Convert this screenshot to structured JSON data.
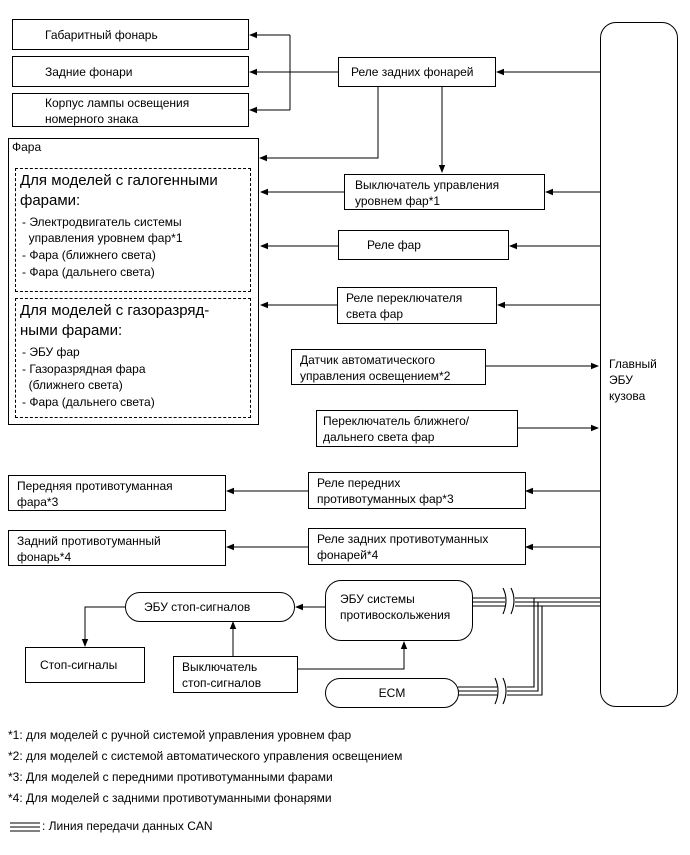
{
  "left": {
    "gabarit": "Габаритный фонарь",
    "tail": "Задние фонари",
    "plate": [
      "Корпус лампы освещения",
      "номерного знака"
    ],
    "head_title": "Фара",
    "halogen_title": [
      "Для моделей с галогенными",
      "фарами:"
    ],
    "halogen_items": [
      "- Электродвигатель системы",
      "  управления уровнем фар*1",
      "- Фара (ближнего света)",
      "- Фара (дальнего света)"
    ],
    "hid_title": [
      "Для моделей с газоразряд-",
      "ными фарами:"
    ],
    "hid_items": [
      "- ЭБУ фар",
      "- Газоразрядная фара",
      "  (ближнего света)",
      "- Фара (дальнего света)"
    ],
    "front_fog": [
      "Передняя противотуманная",
      "фара*3"
    ],
    "rear_fog": [
      "Задний противотуманный",
      "фонарь*4"
    ]
  },
  "middle": {
    "tail_relay": "Реле задних фонарей",
    "level_switch": [
      "Выключатель управления",
      "уровнем фар*1"
    ],
    "head_relay": "Реле фар",
    "dimmer_relay": [
      "Реле переключателя",
      "света фар"
    ],
    "auto_sensor": [
      "Датчик автоматического",
      "управления освещением*2"
    ],
    "dimmer_switch": [
      "Переключатель ближнего/",
      "дальнего света фар"
    ],
    "front_fog_relay": [
      "Реле передних",
      "противотуманных фар*3"
    ],
    "rear_fog_relay": [
      "Реле задних противотуманных",
      "фонарей*4"
    ]
  },
  "bottom": {
    "stop_ecu": "ЭБУ стоп-сигналов",
    "skid_ecu": [
      "ЭБУ системы",
      "противоскольжения"
    ],
    "stop_lamps": "Стоп-сигналы",
    "stop_switch": [
      "Выключатель",
      "стоп-сигналов"
    ],
    "ecm": "ECM"
  },
  "main_ecu": [
    "Главный",
    "ЭБУ",
    "кузова"
  ],
  "footnotes": [
    "*1: для моделей с ручной системой управления уровнем фар",
    "*2: для моделей с системой автоматического управления освещением",
    "*3: Для моделей с передними противотуманными фарами",
    "*4: Для моделей с задними противотуманными фонарями"
  ],
  "legend": ": Линия передачи данных CAN"
}
